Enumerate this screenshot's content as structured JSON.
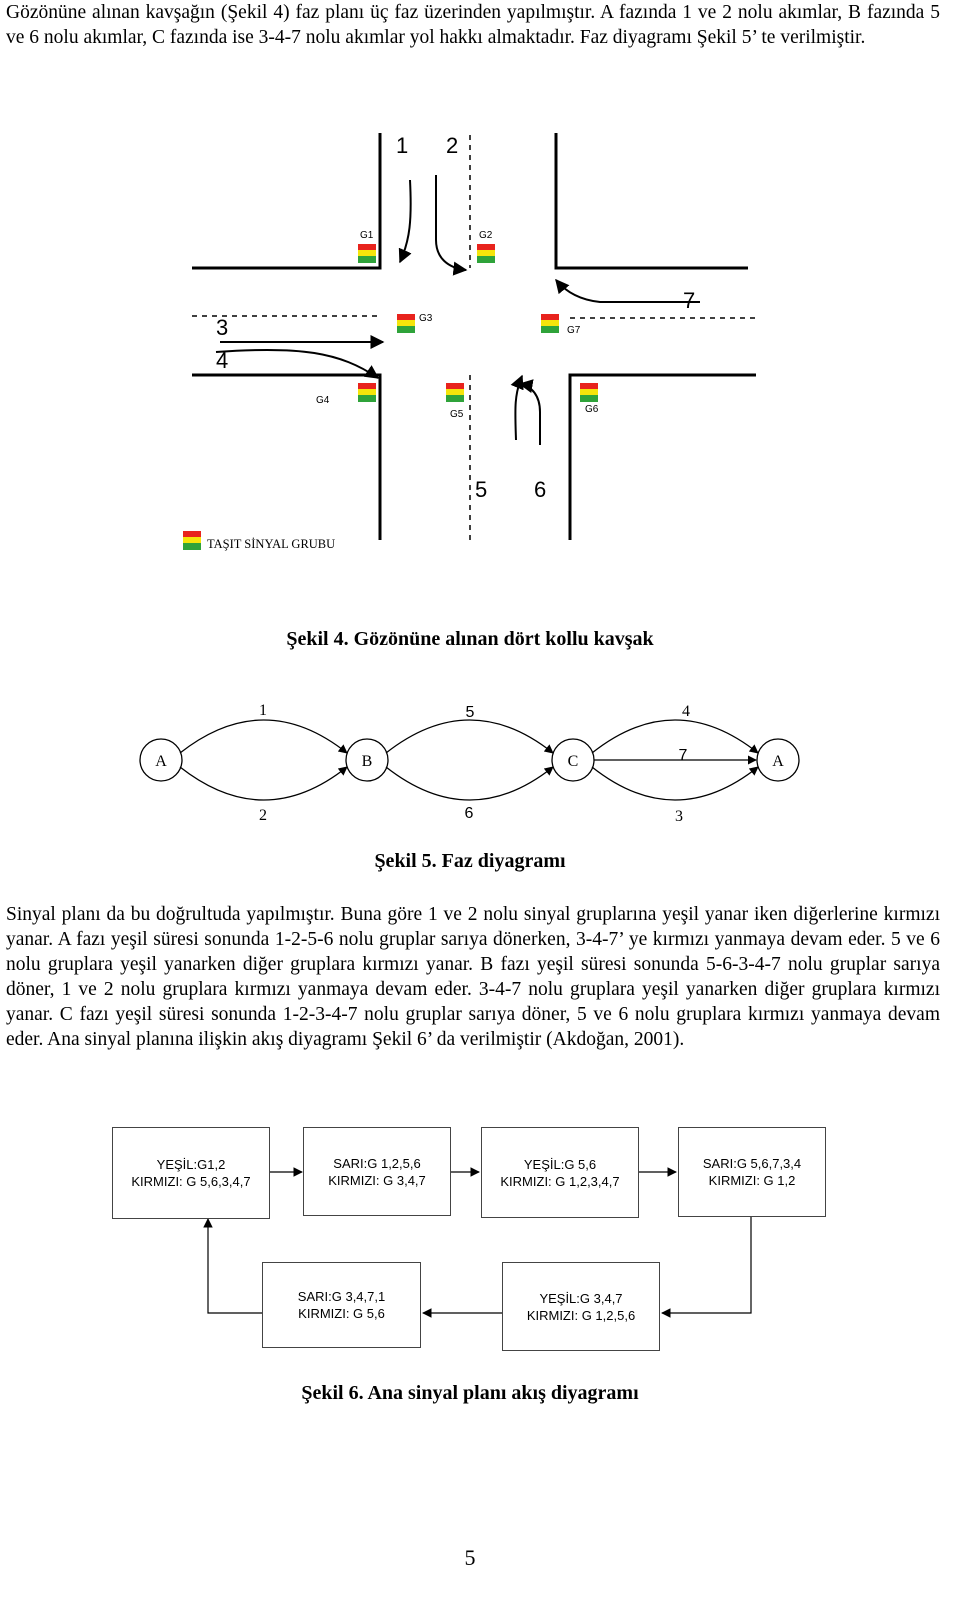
{
  "paragraphs": {
    "intro": "Gözönüne alınan kavşağın (Şekil 4) faz planı üç faz üzerinden yapılmıştır. A fazında 1 ve 2 nolu akımlar, B fazında 5 ve 6 nolu akımlar, C fazında ise 3-4-7 nolu akımlar yol hakkı almaktadır. Faz diyagramı Şekil 5’ te verilmiştir.",
    "signal_plan": "Sinyal planı da bu doğrultuda yapılmıştır. Buna göre 1 ve 2 nolu sinyal gruplarına yeşil yanar iken diğerlerine kırmızı yanar. A fazı yeşil süresi sonunda 1-2-5-6 nolu gruplar sarıya dönerken, 3-4-7’ ye kırmızı yanmaya devam eder. 5 ve 6 nolu gruplara yeşil yanarken diğer gruplara kırmızı yanar. B fazı yeşil süresi sonunda 5-6-3-4-7 nolu gruplar sarıya döner, 1 ve 2 nolu gruplara kırmızı yanmaya devam eder. 3-4-7 nolu gruplara yeşil yanarken diğer gruplara kırmızı yanar. C fazı yeşil süresi sonunda 1-2-3-4-7 nolu gruplar sarıya döner, 5 ve 6 nolu gruplara kırmızı yanmaya devam eder. Ana sinyal planına ilişkin akış diyagramı Şekil 6’ da verilmiştir (Akdoğan, 2001)."
  },
  "figure4": {
    "caption": "Şekil 4. Gözönüne alınan dört kollu kavşak",
    "flow_labels": {
      "f1": "1",
      "f2": "2",
      "f3": "3",
      "f4": "4",
      "f5": "5",
      "f6": "6",
      "f7": "7"
    },
    "signal_labels": {
      "g1": "G1",
      "g2": "G2",
      "g3": "G3",
      "g4": "G4",
      "g5": "G5",
      "g6": "G6",
      "g7": "G7"
    },
    "legend": "TAŞIT SİNYAL GRUBU",
    "colors": {
      "red": "#e8231d",
      "yellow": "#f5e50b",
      "green": "#2fa33a"
    }
  },
  "figure5": {
    "caption": "Şekil 5.  Faz diyagramı",
    "nodes": {
      "n1": "A",
      "n2": "B",
      "n3": "C",
      "n4": "A"
    },
    "edge_labels": {
      "e1": "1",
      "e2": "2",
      "e5": "5",
      "e6": "6",
      "e4": "4",
      "e7": "7",
      "e3": "3"
    }
  },
  "figure6": {
    "caption": "Şekil 6. Ana sinyal planı akış diyagramı",
    "boxes": [
      {
        "line1": "YEŞİL:G1,2",
        "line2": "KIRMIZI: G 5,6,3,4,7"
      },
      {
        "line1": "SARI:G 1,2,5,6",
        "line2": "KIRMIZI: G 3,4,7"
      },
      {
        "line1": "YEŞİL:G 5,6",
        "line2": "KIRMIZI: G 1,2,3,4,7"
      },
      {
        "line1": "SARI:G 5,6,7,3,4",
        "line2": "KIRMIZI: G 1,2"
      },
      {
        "line1": "YEŞİL:G 3,4,7",
        "line2": "KIRMIZI: G 1,2,5,6"
      },
      {
        "line1": "SARI:G 3,4,7,1",
        "line2": "KIRMIZI: G 5,6"
      }
    ]
  },
  "page_number": "5"
}
